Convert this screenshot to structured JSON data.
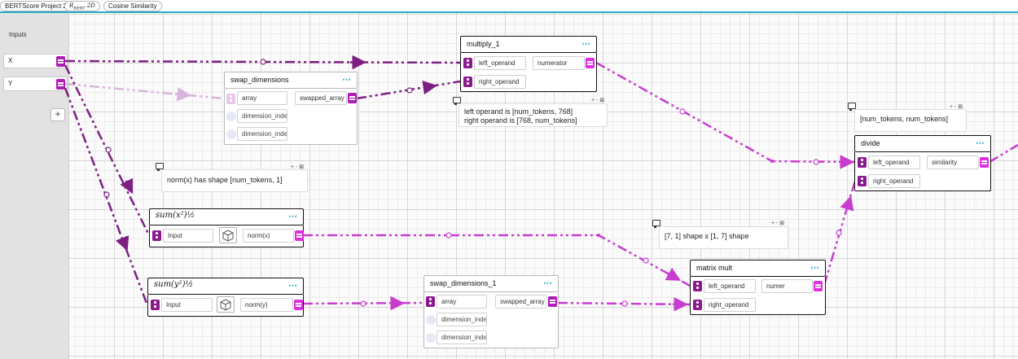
{
  "breadcrumb": [
    "BERTScore Project 2",
    "R_BERT 2D",
    "Cosine Similarity"
  ],
  "sidebar": {
    "title": "Inputs",
    "inputs": [
      {
        "name": "X"
      },
      {
        "name": "Y"
      }
    ],
    "add_label": "+"
  },
  "nodes": {
    "multiply_1": {
      "title": "multiply_1",
      "menu": "⋯",
      "inputs": [
        "left_operand",
        "right_operand"
      ],
      "output": "numerator"
    },
    "swap_dimensions": {
      "title": "swap_dimensions",
      "menu": "⋯",
      "inputs": [
        "array",
        "dimension_inde",
        "dimension_inde"
      ],
      "output": "swapped_array"
    },
    "divide": {
      "title": "divide",
      "menu": "⋯",
      "inputs": [
        "left_operand",
        "right_operand"
      ],
      "output": "similarity"
    },
    "sum_x": {
      "title": "sum(x²)½",
      "menu": "⋯",
      "input": "Input",
      "output": "norm(x)"
    },
    "sum_y": {
      "title": "sum(y²)½",
      "menu": "⋯",
      "input": "Input",
      "output": "norm(y)"
    },
    "swap_dimensions_1": {
      "title": "swap_dimensions_1",
      "menu": "⋯",
      "inputs": [
        "array",
        "dimension_inde",
        "dimension_inde"
      ],
      "output": "swapped_array"
    },
    "matrix_mult": {
      "title": "matrix mult",
      "menu": "⋯",
      "inputs": [
        "left_operand",
        "right_operand"
      ],
      "output": "numer"
    }
  },
  "comments": {
    "operands": {
      "lines": [
        "left operand is [num_tokens, 768]",
        "right operand is [768, num_tokens]"
      ],
      "tools": "+ - ⊠"
    },
    "tokens": {
      "lines": [
        "[num_tokens, num_tokens]"
      ],
      "tools": "+ - ⊠"
    },
    "norm": {
      "lines": [
        "norm(x) has shape [num_tokens, 1]"
      ],
      "tools": "+ - ⊠"
    },
    "shape": {
      "lines": [
        "[7, 1] shape x [1, 7] shape"
      ],
      "tools": "+ - ⊠"
    }
  },
  "colors": {
    "wire_dark": "#7d1f82",
    "wire_pink": "#c83cd0",
    "wire_faint": "#d9b4dc",
    "accent": "#2aa9c4"
  }
}
